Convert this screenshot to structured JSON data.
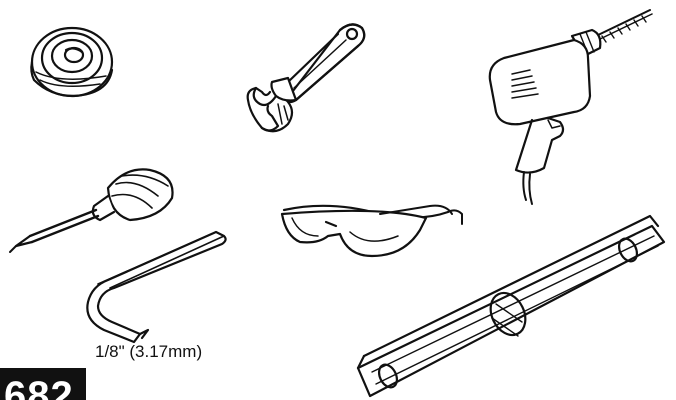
{
  "page_number": "682",
  "size_label": "1/8\" (3.17mm)",
  "tools": [
    {
      "name": "tape-roll"
    },
    {
      "name": "adjustable-wrench"
    },
    {
      "name": "power-drill"
    },
    {
      "name": "phillips-screwdriver"
    },
    {
      "name": "safety-glasses"
    },
    {
      "name": "allen-wrench"
    },
    {
      "name": "spirit-level"
    }
  ],
  "colors": {
    "line": "#111111",
    "background": "#ffffff"
  }
}
